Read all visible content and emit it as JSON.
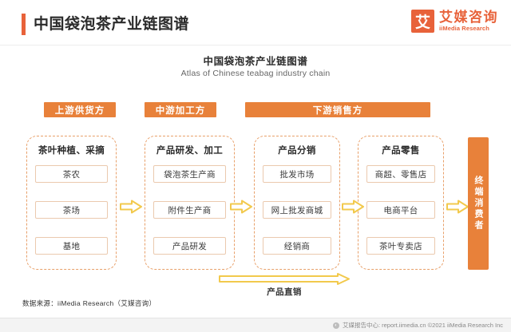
{
  "header": {
    "title": "中国袋泡茶产业链图谱",
    "logo": {
      "mark": "艾",
      "cn": "艾媒咨询",
      "en": "iiMedia Research"
    }
  },
  "chart_data": {
    "type": "diagram",
    "title": "中国袋泡茶产业链图谱",
    "subtitle": "Atlas of Chinese teabag industry chain",
    "colors": {
      "accent_orange": "#E8813A",
      "title_accent": "#E8623A",
      "group_border": "#E8A06A",
      "cell_border": "#EBC9AE",
      "arrow_yellow": "#F2C94C"
    },
    "segments": [
      {
        "id": "upstream",
        "label": "上游供货方"
      },
      {
        "id": "midstream",
        "label": "中游加工方"
      },
      {
        "id": "downstream",
        "label": "下游销售方"
      }
    ],
    "groups": [
      {
        "id": "planting",
        "title": "茶叶种植、采摘",
        "items": [
          "茶农",
          "茶场",
          "基地"
        ]
      },
      {
        "id": "rd-process",
        "title": "产品研发、加工",
        "items": [
          "袋泡茶生产商",
          "附件生产商",
          "产品研发"
        ]
      },
      {
        "id": "distribution",
        "title": "产品分销",
        "items": [
          "批发市场",
          "网上批发商城",
          "经销商"
        ]
      },
      {
        "id": "retail",
        "title": "产品零售",
        "items": [
          "商超、零售店",
          "电商平台",
          "茶叶专卖店"
        ]
      }
    ],
    "direct_sales_label": "产品直销",
    "end_consumer": "终端消费者",
    "flow": [
      "planting",
      "rd-process",
      "distribution",
      "retail",
      "end-consumer"
    ]
  },
  "footer": {
    "source": "数据来源：iiMedia Research（艾媒咨询）",
    "report_center": "艾媒报告中心: report.iimedia.cn  ©2021  iiMedia Research Inc"
  }
}
